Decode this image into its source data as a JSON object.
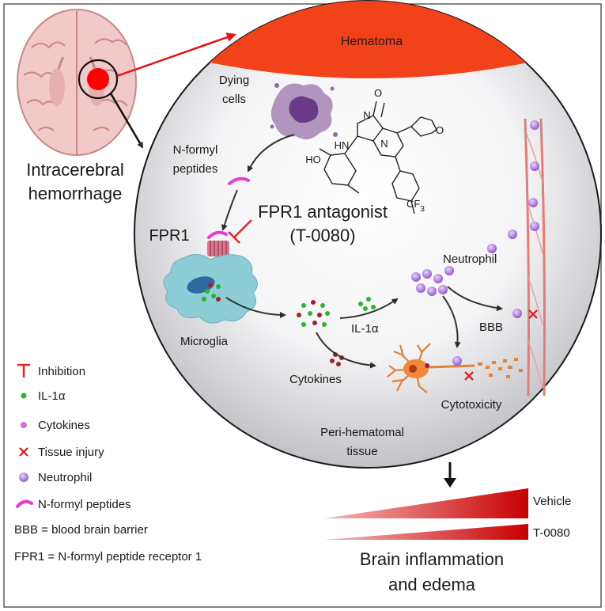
{
  "labels": {
    "hematoma": "Hematoma",
    "dying_cells": [
      "Dying",
      "cells"
    ],
    "n_formyl_peptides": [
      "N-formyl",
      "peptides"
    ],
    "condition": [
      "Intracerebral",
      "hemorrhage"
    ],
    "fpr1": "FPR1",
    "antagonist": [
      "FPR1 antagonist",
      "(T-0080)"
    ],
    "microglia": "Microglia",
    "il1a": "IL-1α",
    "neutrophil": "Neutrophil",
    "bbb": "BBB",
    "cytokines": "Cytokines",
    "cytotoxicity": "Cytotoxicity",
    "peri_hematomal": [
      "Peri-hematomal",
      "tissue"
    ],
    "vehicle": "Vehicle",
    "t0080": "T-0080",
    "outcome": [
      "Brain inflammation",
      "and edema"
    ]
  },
  "molecule": {
    "atoms": [
      "HN",
      "N",
      "N",
      "O",
      "O",
      "HO",
      "CF",
      "3"
    ]
  },
  "legend": {
    "items": [
      "Inhibition",
      "IL-1α",
      "Cytokines",
      "Tissue injury",
      "Neutrophil",
      "N-formyl peptides"
    ],
    "notes": [
      "BBB = blood brain barrier",
      "FPR1 = N-formyl peptide receptor 1"
    ]
  },
  "colors": {
    "hematoma": "#f2421a",
    "arrow_red": "#e81010",
    "inhibition": "#e8242a",
    "peptide": "#e83ccf",
    "il1a": "#2ab52a",
    "cytokine": "#a5202e",
    "neutrophil": "#9a5ccc",
    "microglia": "#8ccdd8",
    "vessel": "#e87a7a",
    "wedge": "#c80000"
  }
}
